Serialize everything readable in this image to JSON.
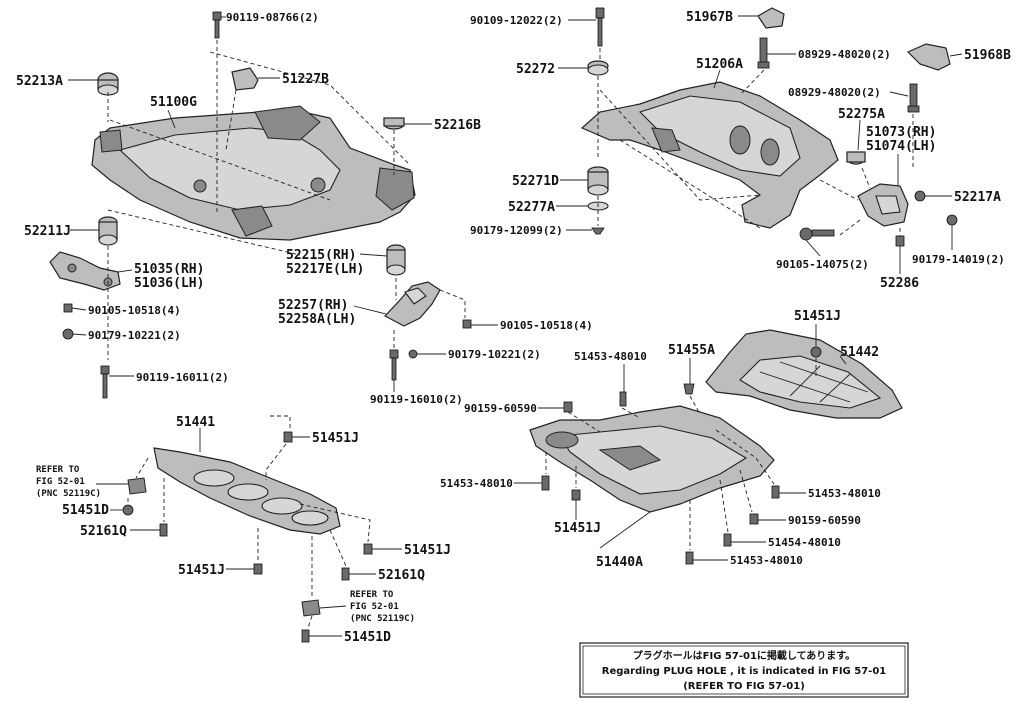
{
  "labels": {
    "p90119_08766": "90119-08766(2)",
    "p51227B": "51227B",
    "p52213A": "52213A",
    "p51100G": "51100G",
    "p52216B": "52216B",
    "p52211J": "52211J",
    "p51035": "51035(RH)",
    "p51036": "51036(LH)",
    "p90105_10518a": "90105-10518(4)",
    "p90179_10221a": "90179-10221(2)",
    "p90119_16011": "90119-16011(2)",
    "p52215": "52215(RH)",
    "p52217E": "52217E(LH)",
    "p52257": "52257(RH)",
    "p52258A": "52258A(LH)",
    "p90105_10518b": "90105-10518(4)",
    "p90179_10221b": "90179-10221(2)",
    "p90119_16010": "90119-16010(2)",
    "p90109_12022": "90109-12022(2)",
    "p52272": "52272",
    "p51967B": "51967B",
    "p08929_48020a": "08929-48020(2)",
    "p51968B": "51968B",
    "p51206A": "51206A",
    "p08929_48020b": "08929-48020(2)",
    "p52275A": "52275A",
    "p51073": "51073(RH)",
    "p51074": "51074(LH)",
    "p52271D": "52271D",
    "p52277A": "52277A",
    "p90179_12099": "90179-12099(2)",
    "p52217A": "52217A",
    "p90105_14075": "90105-14075(2)",
    "p90179_14019": "90179-14019(2)",
    "p52286": "52286",
    "p51451J_a": "51451J",
    "p51453_48010a": "51453-48010",
    "p51455A": "51455A",
    "p51442": "51442",
    "p90159_60590a": "90159-60590",
    "p51441": "51441",
    "p51451J_b": "51451J",
    "p_refer1a": "REFER TO",
    "p_refer1b": "FIG 52-01",
    "p_refer1c": "(PNC 52119C)",
    "p51451D_a": "51451D",
    "p52161Q_a": "52161Q",
    "p51451J_c": "51451J",
    "p51451J_d": "51451J",
    "p52161Q_b": "52161Q",
    "p_refer2a": "REFER TO",
    "p_refer2b": "FIG 52-01",
    "p_refer2c": "(PNC 52119C)",
    "p51451D_b": "51451D",
    "p51453_48010b": "51453-48010",
    "p51453_48010c": "51453-48010",
    "p90159_60590b": "90159-60590",
    "p51451J_e": "51451J",
    "p51454_48010": "51454-48010",
    "p51453_48010d": "51453-48010",
    "p51440A": "51440A"
  },
  "note": {
    "line1": "プラグホールはFIG 57-01に掲載してあります。",
    "line2": "Regarding  PLUG  HOLE , it is indicated in FIG 57-01",
    "line3": "(REFER  TO  FIG  57-01)"
  }
}
